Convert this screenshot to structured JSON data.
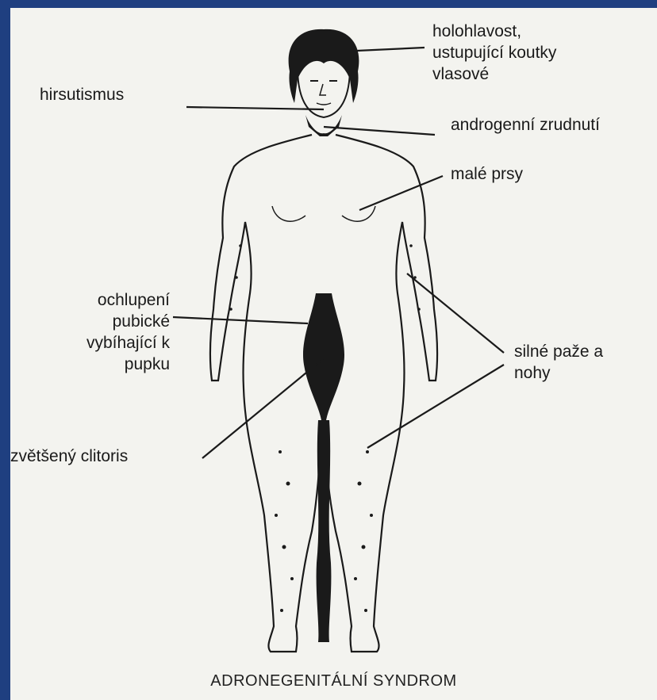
{
  "labels": {
    "baldness": "holohlavost,",
    "baldness_2": "ustupující koutky",
    "baldness_3": "vlasové",
    "hirsutism": "hirsutismus",
    "coarsening": "androgenní zrudnutí",
    "small_breasts": "malé prsy",
    "pubic_1": "ochlupení",
    "pubic_2": "pubické",
    "pubic_3": "vybíhající k",
    "pubic_4": "pupku",
    "limbs_1": "silné paže a",
    "limbs_2": "nohy",
    "clitoris": "zvětšený clitoris"
  },
  "title": "ADRONEGENITÁLNÍ SYNDROM",
  "colors": {
    "frame": "#1f3f80",
    "paper": "#f3f3ef",
    "ink": "#1a1a1a"
  }
}
